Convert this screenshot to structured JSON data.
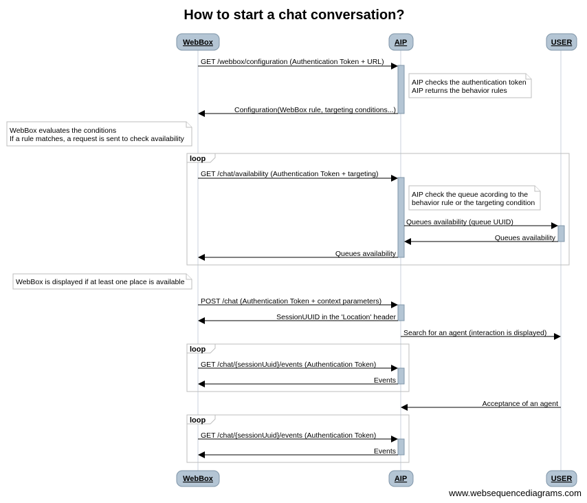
{
  "title": "How to start a chat conversation?",
  "participants": {
    "webbox": "WebBox",
    "aip": "AIP",
    "user": "USER"
  },
  "messages": {
    "m1": "GET /webbox/configuration (Authentication Token + URL)",
    "m2": "Configuration(WebBox rule, targeting conditions...)",
    "m3": "GET /chat/availability (Authentication Token + targeting)",
    "m4": "Queues availability (queue UUID)",
    "m5": "Queues availability",
    "m6": "Queues availability",
    "m7": "POST /chat (Authentication Token + context parameters)",
    "m8": "SessionUUID in the 'Location' header",
    "m9": "Search for an agent (interaction is displayed)",
    "m10": "GET /chat/{sessionUuid}/events (Authentication Token)",
    "m11": "Events",
    "m12": "Acceptance of an agent",
    "m13": "GET /chat/{sessionUuid}/events (Authentication Token)",
    "m14": "Events"
  },
  "notes": {
    "n1": [
      "AIP checks the authentication token",
      "AIP returns the behavior rules"
    ],
    "n2": [
      "WebBox evaluates the conditions",
      "If a rule matches, a request is sent to check availability"
    ],
    "n3": [
      "AIP check the queue acording to the",
      "behavior rule or the targeting condition"
    ],
    "n4": [
      "WebBox is displayed if at least one place is available"
    ]
  },
  "frames": {
    "loop1": "loop",
    "loop2": "loop",
    "loop3": "loop"
  },
  "watermark": "www.websequencediagrams.com"
}
